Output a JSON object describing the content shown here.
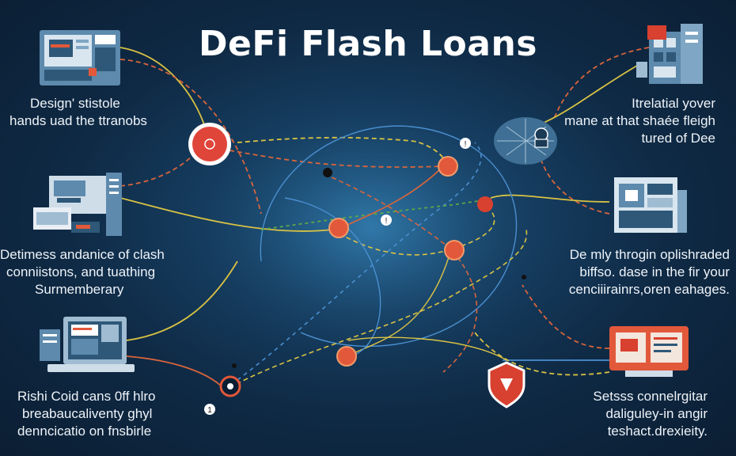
{
  "title": "DeFi Flash Loans",
  "captions": {
    "left_top": [
      "Design' stistole",
      "hands uad the ttranobs"
    ],
    "left_mid": [
      "Detimess andanice of clash",
      "conniistons, and tuathing",
      "Surmemberary"
    ],
    "left_bottom": [
      "Rishi Coid cans 0ff hlro",
      "breabaucaliventy ghyl",
      "denncicatio on fnsbirle"
    ],
    "right_top": [
      "Itrelatial yover",
      "mane at that shaée fleigh",
      "tured of Dee"
    ],
    "right_mid": [
      "De mly throgin oplishraded",
      "biffso. dase in the fir your",
      "cenciiirainrs,oren eahages."
    ],
    "right_bottom": [
      "Setsss connelrgitar",
      "daliguley-in angir",
      "teshact.drexieity."
    ]
  },
  "node_labels": {
    "n1": "!",
    "n2": "!",
    "n3": "1"
  },
  "colors": {
    "accent_orange": "#e2583a",
    "accent_red": "#d8402f",
    "line_yellow": "#d9c244",
    "line_green": "#5aa84a",
    "line_blue": "#4a8fd0",
    "line_orange": "#d9653b"
  }
}
